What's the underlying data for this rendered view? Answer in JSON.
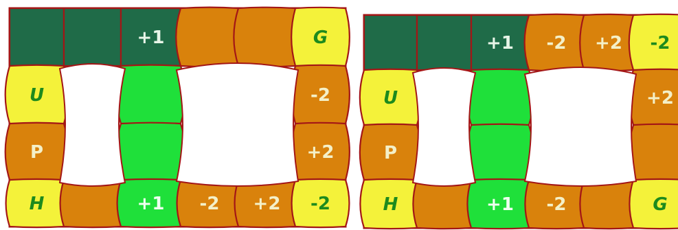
{
  "colors": {
    "dark_green": "#1f6b48",
    "orange": "#d9820c",
    "yellow": "#f4f23a",
    "bright_green": "#1fe03a",
    "border": "#a31616",
    "label_on_dark": "#e8f5e8",
    "label_on_orange": "#f4f0c8",
    "label_on_yellow": "#1d8a1d",
    "label_on_green": "#f0fff0"
  },
  "boards": [
    {
      "id": "board-left",
      "cells": [
        {
          "row": 0,
          "col": 0,
          "color": "dark_green",
          "label": ""
        },
        {
          "row": 0,
          "col": 1,
          "color": "dark_green",
          "label": ""
        },
        {
          "row": 0,
          "col": 2,
          "color": "dark_green",
          "label": "+1"
        },
        {
          "row": 0,
          "col": 3,
          "color": "orange",
          "label": ""
        },
        {
          "row": 0,
          "col": 4,
          "color": "orange",
          "label": ""
        },
        {
          "row": 0,
          "col": 5,
          "color": "yellow",
          "label": "G"
        },
        {
          "row": 1,
          "col": 0,
          "color": "yellow",
          "label": "U"
        },
        {
          "row": 1,
          "col": 2,
          "color": "bright_green",
          "label": ""
        },
        {
          "row": 1,
          "col": 5,
          "color": "orange",
          "label": "-2"
        },
        {
          "row": 2,
          "col": 0,
          "color": "orange",
          "label": "P"
        },
        {
          "row": 2,
          "col": 2,
          "color": "bright_green",
          "label": ""
        },
        {
          "row": 2,
          "col": 5,
          "color": "orange",
          "label": "+2"
        },
        {
          "row": 3,
          "col": 0,
          "color": "yellow",
          "label": "H"
        },
        {
          "row": 3,
          "col": 1,
          "color": "orange",
          "label": ""
        },
        {
          "row": 3,
          "col": 2,
          "color": "bright_green",
          "label": "+1"
        },
        {
          "row": 3,
          "col": 3,
          "color": "orange",
          "label": "-2"
        },
        {
          "row": 3,
          "col": 4,
          "color": "orange",
          "label": "+2"
        },
        {
          "row": 3,
          "col": 5,
          "color": "yellow",
          "label": "-2"
        }
      ]
    },
    {
      "id": "board-right",
      "cells": [
        {
          "row": 0,
          "col": 0,
          "color": "dark_green",
          "label": ""
        },
        {
          "row": 0,
          "col": 1,
          "color": "dark_green",
          "label": ""
        },
        {
          "row": 0,
          "col": 2,
          "color": "dark_green",
          "label": "+1"
        },
        {
          "row": 0,
          "col": 3,
          "color": "orange",
          "label": "-2"
        },
        {
          "row": 0,
          "col": 4,
          "color": "orange",
          "label": "+2"
        },
        {
          "row": 0,
          "col": 5,
          "color": "yellow",
          "label": "-2"
        },
        {
          "row": 1,
          "col": 0,
          "color": "yellow",
          "label": "U"
        },
        {
          "row": 1,
          "col": 2,
          "color": "bright_green",
          "label": ""
        },
        {
          "row": 1,
          "col": 5,
          "color": "orange",
          "label": "+2"
        },
        {
          "row": 2,
          "col": 0,
          "color": "orange",
          "label": "P"
        },
        {
          "row": 2,
          "col": 2,
          "color": "bright_green",
          "label": ""
        },
        {
          "row": 2,
          "col": 5,
          "color": "orange",
          "label": ""
        },
        {
          "row": 3,
          "col": 0,
          "color": "yellow",
          "label": "H"
        },
        {
          "row": 3,
          "col": 1,
          "color": "orange",
          "label": ""
        },
        {
          "row": 3,
          "col": 2,
          "color": "bright_green",
          "label": "+1"
        },
        {
          "row": 3,
          "col": 3,
          "color": "orange",
          "label": "-2"
        },
        {
          "row": 3,
          "col": 4,
          "color": "orange",
          "label": ""
        },
        {
          "row": 3,
          "col": 5,
          "color": "yellow",
          "label": "G"
        }
      ]
    }
  ]
}
